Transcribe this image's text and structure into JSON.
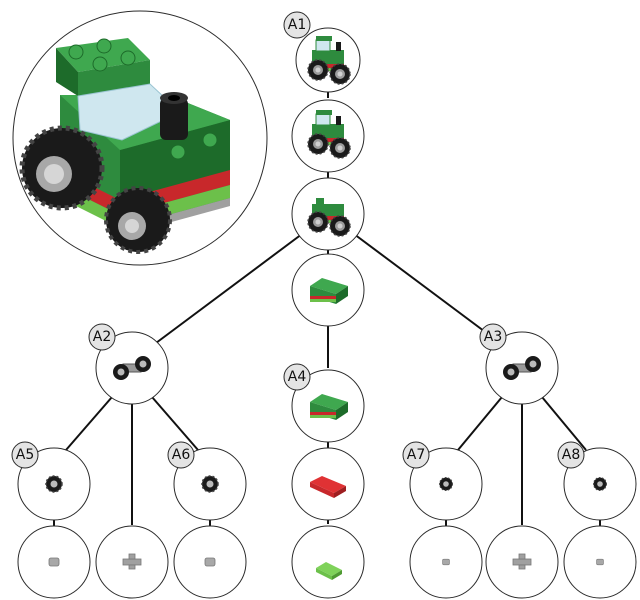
{
  "diagram": {
    "labels": [
      "A1",
      "A2",
      "A3",
      "A4",
      "A5",
      "A6",
      "A7",
      "A8"
    ]
  },
  "colors": {
    "brick_green": "#2e8b3e",
    "brick_green_dark": "#1d6b2a",
    "brick_red": "#c8282b",
    "brick_light_green": "#6cc04a",
    "tire_black": "#1a1a1a",
    "rim_grey": "#a8a8a8",
    "window_blue": "#cfe7ef",
    "part_grey": "#9a9a9a",
    "badge_fill": "#e4e4e4"
  },
  "icons": {
    "tractor": "tractor-model-icon",
    "tractor_no_wheels": "tractor-chassis-icon",
    "brick_stack": "brick-stack-icon",
    "red_plate": "red-plate-icon",
    "green_plate": "green-plate-icon",
    "wheel_pair": "wheel-axle-assembly-icon",
    "wheel": "wheel-icon",
    "hub": "hub-part-icon",
    "axle_plate": "axle-plate-part-icon"
  }
}
